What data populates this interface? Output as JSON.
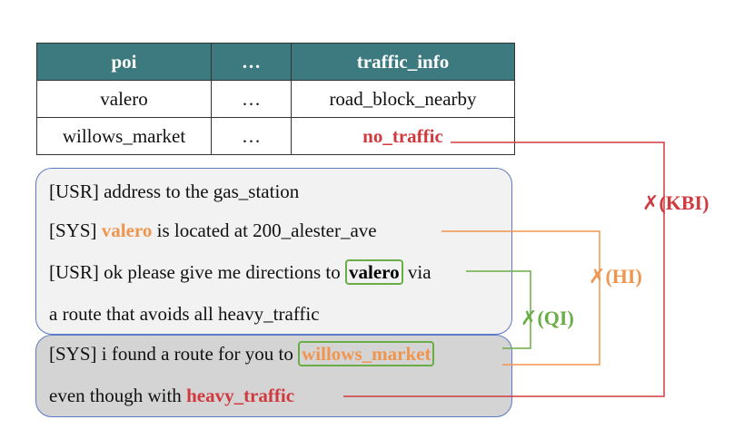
{
  "table": {
    "headers": [
      "poi",
      "…",
      "traffic_info"
    ],
    "rows": [
      [
        "valero",
        "…",
        "road_block_nearby"
      ],
      [
        "willows_market",
        "…",
        "no_traffic"
      ]
    ]
  },
  "dialogue": {
    "turn1": "[USR] address to the gas_station",
    "turn2": {
      "prefix": "[SYS] ",
      "entity": "valero",
      "suffix": " is located at 200_alester_ave"
    },
    "turn3": {
      "prefix": "[USR] ok please give me directions to ",
      "entity": "valero",
      "suffix": " via"
    },
    "turn3b": "a route that avoids all heavy_traffic",
    "turn4": {
      "prefix": "[SYS] i found a route for you to ",
      "entity": "willows_market"
    },
    "turn4b": {
      "prefix": "even though with ",
      "entity": "heavy_traffic"
    }
  },
  "labels": {
    "kbi": {
      "mark": "✗",
      "text": "(KBI)"
    },
    "hi": {
      "mark": "✗",
      "text": "(HI)"
    },
    "qi": {
      "mark": "✗",
      "text": "(QI)"
    }
  },
  "colors": {
    "header_bg": "#3d7a80",
    "kbi": "#d03a3f",
    "hi": "#f0954e",
    "qi": "#6aad46",
    "panel_border": "#5b79c4"
  }
}
